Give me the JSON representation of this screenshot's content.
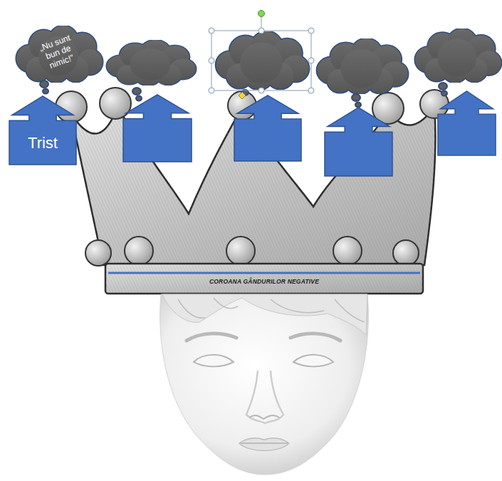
{
  "diagram": {
    "nodes": [
      {
        "text": [
          "„Nu sunt bun de nimic!”"
        ]
      },
      {
        "text": [
          "Trist"
        ]
      }
    ],
    "labels": [
      "COROANA GÂNDURILOR NEGATIVE"
    ]
  }
}
